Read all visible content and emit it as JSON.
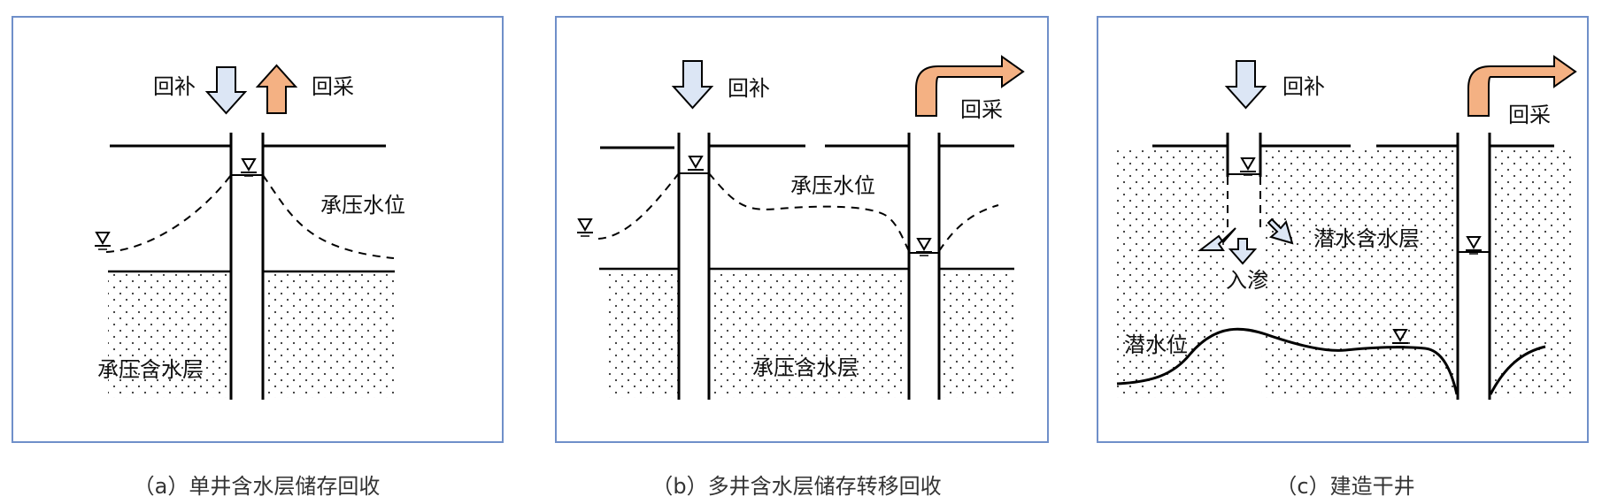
{
  "panels": [
    {
      "id": "a",
      "caption": "（a）单井含水层储存回收",
      "labels": {
        "recharge": "回补",
        "recovery": "回采",
        "confined_level": "承压水位",
        "aquifer": "承压含水层"
      }
    },
    {
      "id": "b",
      "caption": "（b）多井含水层储存转移回收",
      "labels": {
        "recharge": "回补",
        "recovery": "回采",
        "confined_level": "承压水位",
        "aquifer": "承压含水层"
      }
    },
    {
      "id": "c",
      "caption": "（c）建造干井",
      "labels": {
        "recharge": "回补",
        "recovery": "回采",
        "unconfined_aquifer": "潜水含水层",
        "infiltration": "入渗",
        "water_table": "潜水位"
      }
    }
  ],
  "colors": {
    "recharge_arrow": "#dce6f5",
    "recovery_arrow": "#f4b183",
    "panel_border": "#6f8fc9",
    "line": "#000000",
    "aquifer_dots": "#333333"
  },
  "icons": {
    "water_level_marker": "inverted-triangle-water-level-icon",
    "recharge": "down-arrow-icon",
    "recovery": "up-arrow-icon"
  }
}
